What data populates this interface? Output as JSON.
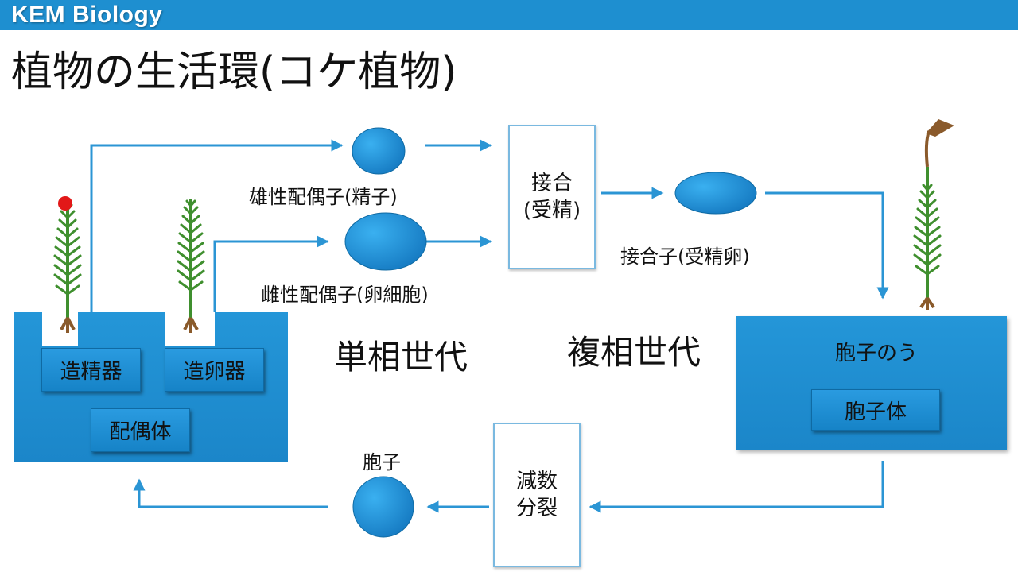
{
  "header": {
    "brand": "KEM Biology"
  },
  "title": "植物の生活環(コケ植物)",
  "gametophyte": {
    "antheridium": "造精器",
    "archegonium": "造卵器",
    "body": "配偶体"
  },
  "sperm_label": "雄性配偶子(精子)",
  "egg_label": "雌性配偶子(卵細胞)",
  "fertilization": {
    "line1": "接合",
    "line2": "(受精)"
  },
  "zygote_label": "接合子(受精卵)",
  "haploid_label": "単相世代",
  "diploid_label": "複相世代",
  "sporophyte": {
    "sporangium": "胞子のう",
    "body": "胞子体"
  },
  "meiosis": {
    "line1": "減数",
    "line2": "分裂"
  },
  "spore_label": "胞子",
  "colors": {
    "accent": "#1e8fd0",
    "arrow": "#2b95d4",
    "plant": "#3f8f2e",
    "capsule": "#8a5a2b",
    "sperm_mark": "#e21818"
  }
}
